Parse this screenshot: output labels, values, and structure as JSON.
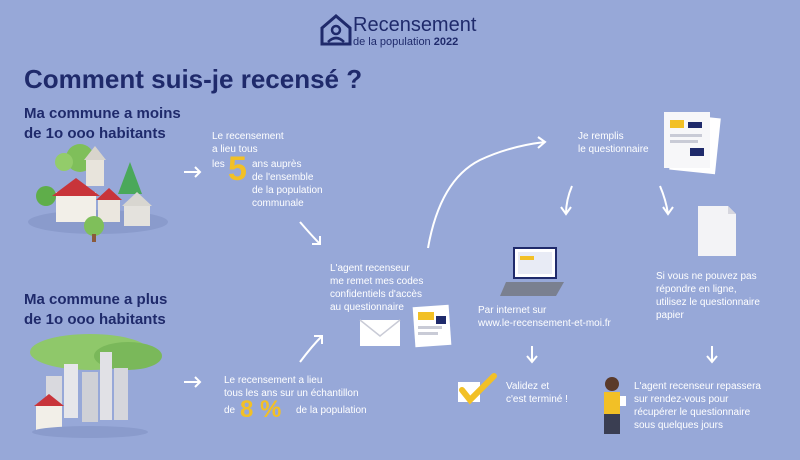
{
  "logo": {
    "title": "Recensement",
    "subtitle": "de la population",
    "year": "2022"
  },
  "heading": "Comment suis-je recensé ?",
  "small_commune": {
    "line1": "Ma commune a moins",
    "line2": "de 1o ooo habitants"
  },
  "large_commune": {
    "line1": "Ma commune a plus",
    "line2": "de 1o ooo habitants"
  },
  "five_years": {
    "l1": "Le recensement",
    "l2": "a lieu tous",
    "l3a": "les",
    "number": "5",
    "l3b": "ans auprès",
    "l4": "de l'ensemble",
    "l5": "de la population",
    "l6": "communale"
  },
  "sample": {
    "l1": "Le recensement a lieu",
    "l2": "tous les ans sur un échantillon",
    "pre": "de",
    "number": "8 %",
    "post": "de la population"
  },
  "agent": {
    "l1": "L'agent recenseur",
    "l2": "me remet mes codes",
    "l3": "confidentiels d'accès",
    "l4": "au questionnaire"
  },
  "fill": {
    "l1": "Je remplis",
    "l2": "le questionnaire"
  },
  "internet": {
    "l1": "Par internet sur",
    "url": "www.le-recensement-et-moi.fr"
  },
  "paper": {
    "l1": "Si vous ne pouvez pas",
    "l2": "répondre en ligne,",
    "l3": "utilisez le questionnaire",
    "l4": "papier"
  },
  "done": {
    "l1": "Validez et",
    "l2": "c'est terminé !"
  },
  "revisit": {
    "l1": "L'agent recenseur repassera",
    "l2": "sur rendez-vous pour",
    "l3": "récupérer le questionnaire",
    "l4": "sous quelques jours"
  },
  "colors": {
    "background": "#97a8d8",
    "navy": "#1f2a6b",
    "accent_yellow": "#f2c026"
  }
}
